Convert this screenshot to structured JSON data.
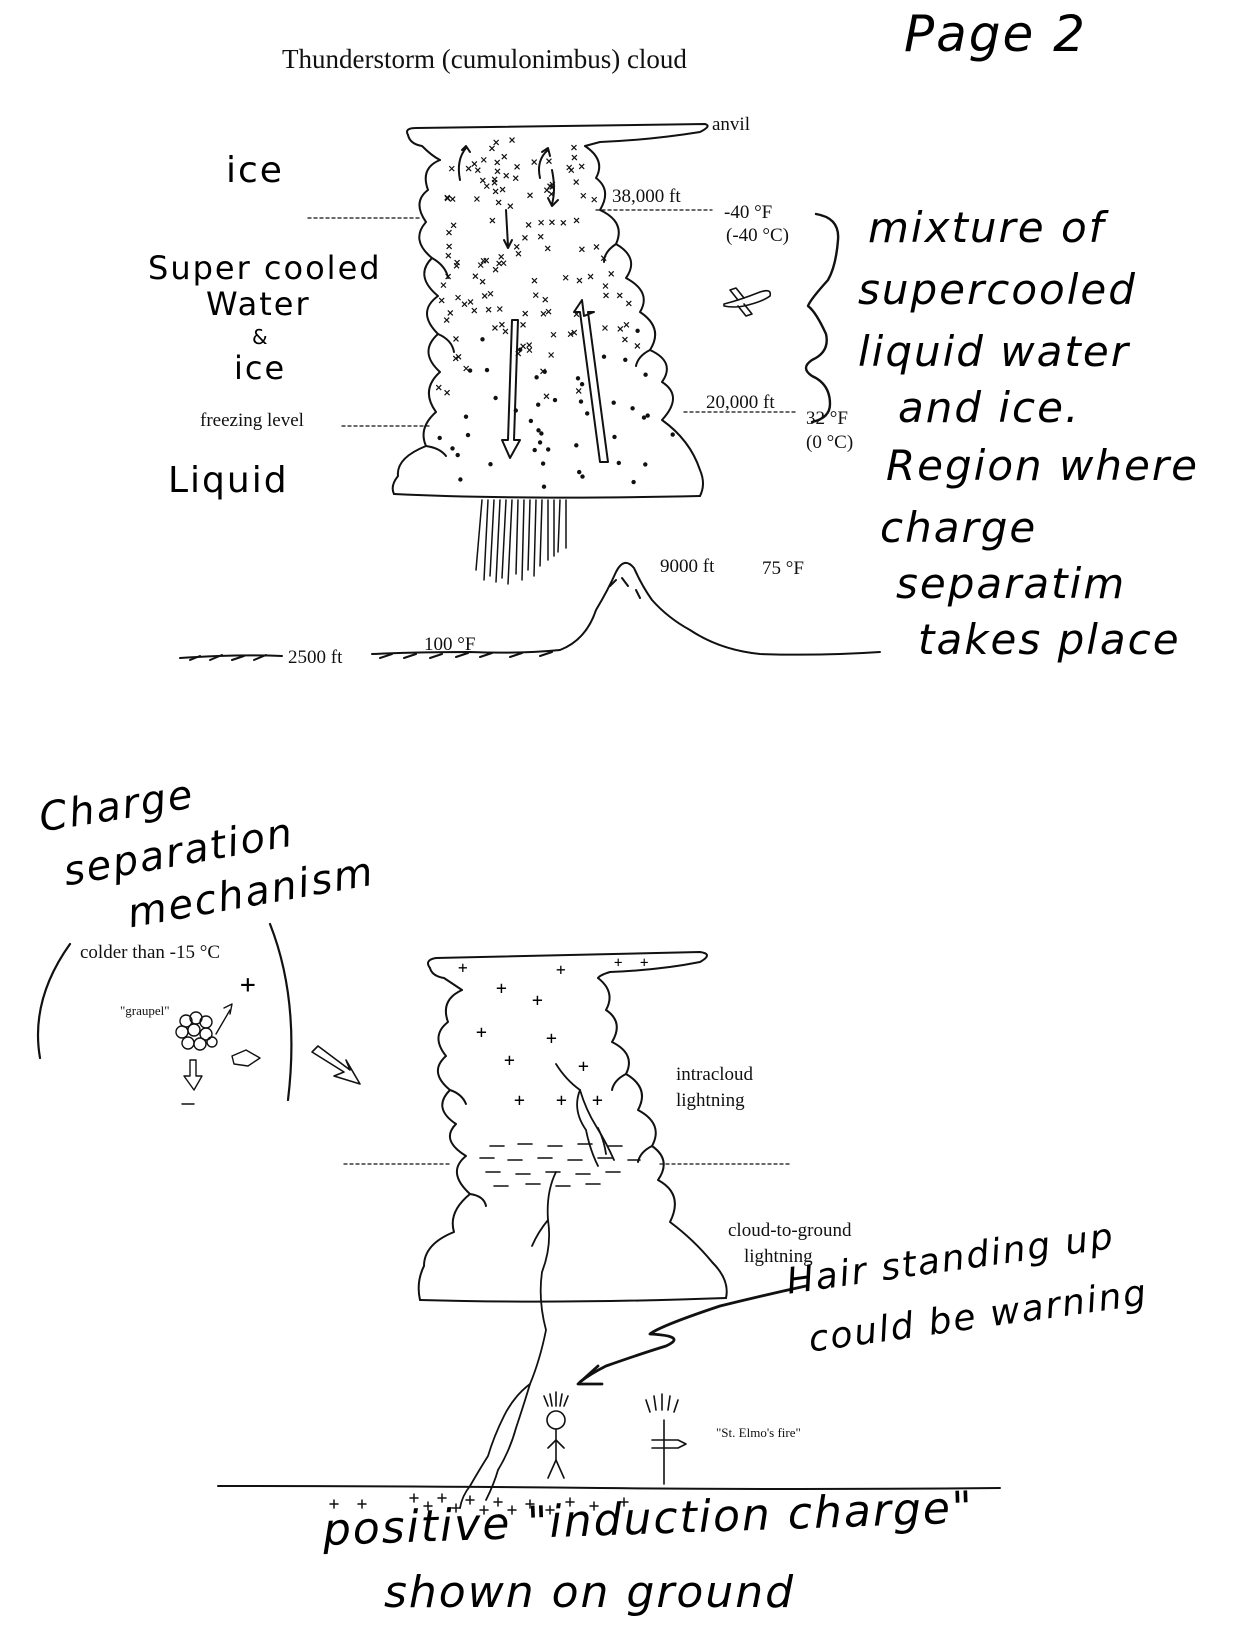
{
  "top": {
    "title": "Thunderstorm (cumulonimbus) cloud",
    "page_label": "Page 2",
    "anvil": "anvil",
    "alt_38k": "38,000 ft",
    "temp_m40f": "-40 °F",
    "temp_m40c": "(-40 °C)",
    "alt_20k": "20,000 ft",
    "temp_32f": "32 °F",
    "temp_0c": "(0 °C)",
    "freezing_level": "freezing level",
    "alt_9000": "9000 ft",
    "temp_75f": "75 °F",
    "alt_2500": "2500 ft",
    "temp_100f": "100 °F",
    "zone_ice": "ice",
    "zone_mixed": [
      "Super cooled",
      "Water",
      "&",
      "ice"
    ],
    "zone_liquid": "Liquid",
    "note_right": [
      "mixture of",
      "supercooled",
      "liquid water",
      "and ice.",
      "Region where",
      "charge",
      "separatim",
      "takes place"
    ]
  },
  "bottom": {
    "mechanism_note": [
      "Charge",
      "separation",
      "mechanism"
    ],
    "colder_than": "colder than -15 °C",
    "graupel": "\"graupel\"",
    "plus_sign": "+",
    "minus_sign": "−",
    "intracloud": [
      "intracloud",
      "lightning"
    ],
    "cloud_to_ground": [
      "cloud-to-ground",
      "lightning"
    ],
    "hair_note": [
      "Hair standing up",
      "could be warning"
    ],
    "st_elmo": "\"St. Elmo's fire\"",
    "ground_note": [
      "positive \"induction charge\"",
      "shown on ground"
    ]
  }
}
